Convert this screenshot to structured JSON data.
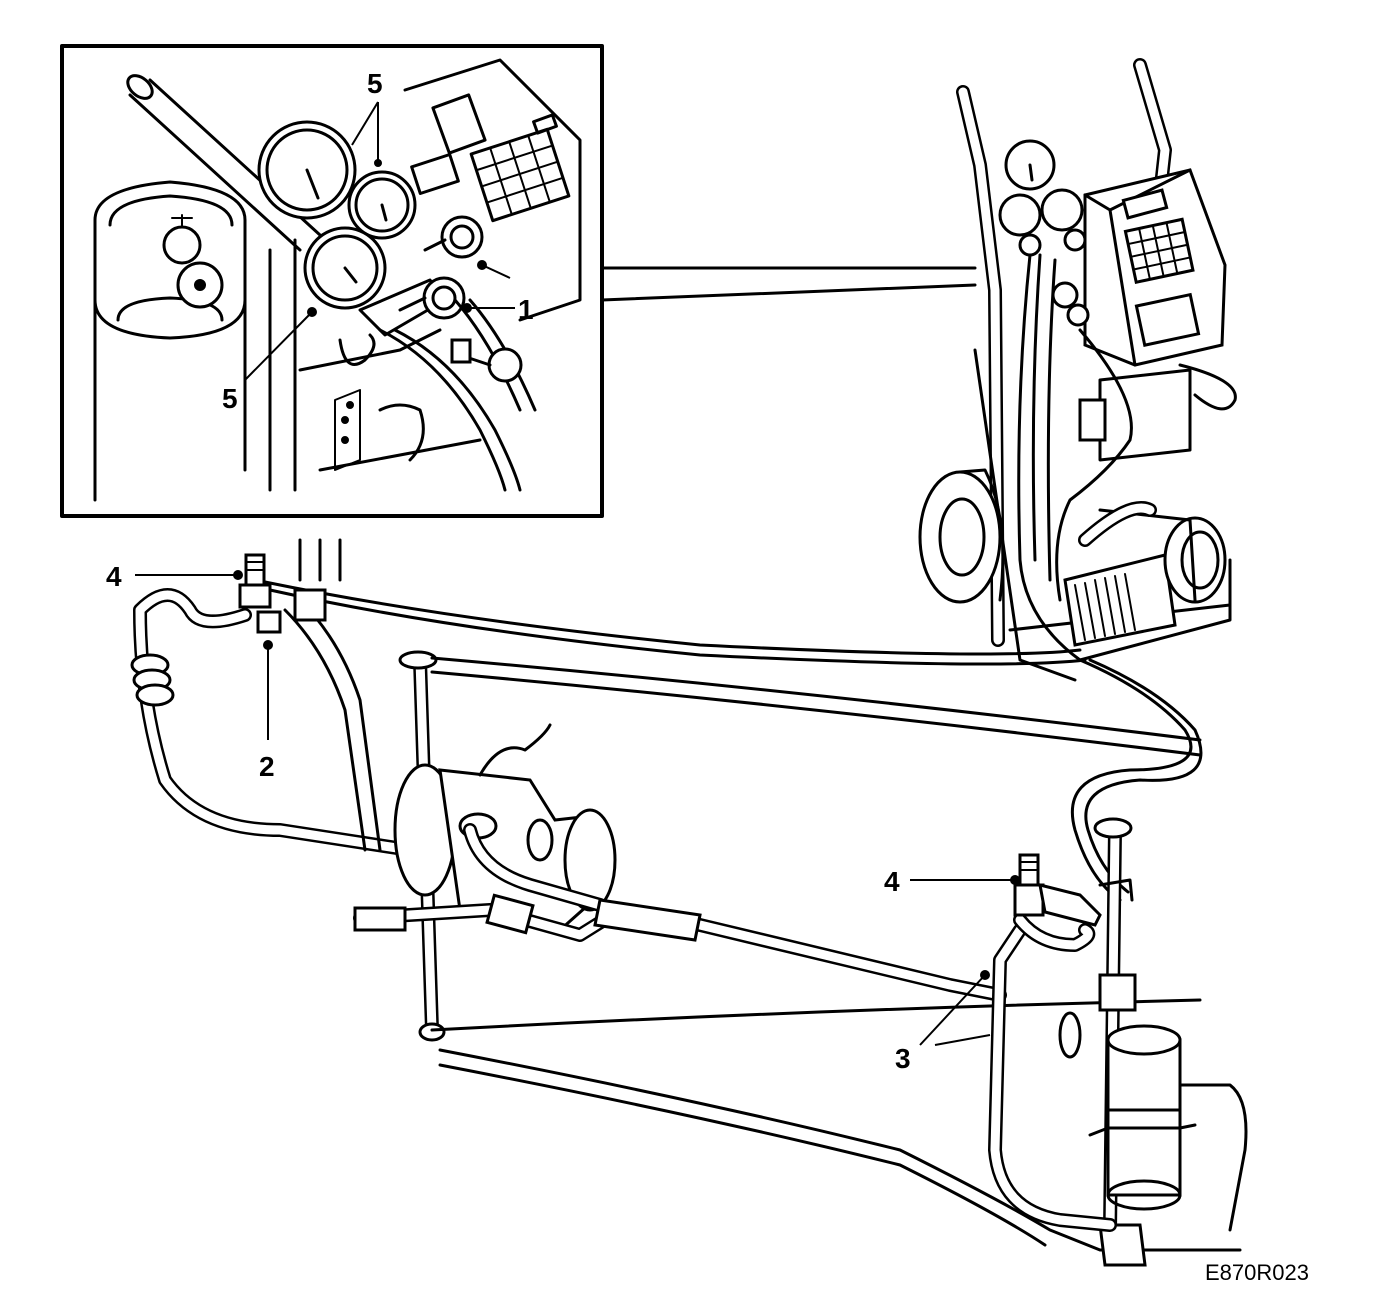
{
  "callouts": {
    "c1": "1",
    "c2": "2",
    "c3": "3",
    "c4a": "4",
    "c4b": "4",
    "c5a": "5",
    "c5b": "5"
  },
  "figure_code": "E870R023"
}
